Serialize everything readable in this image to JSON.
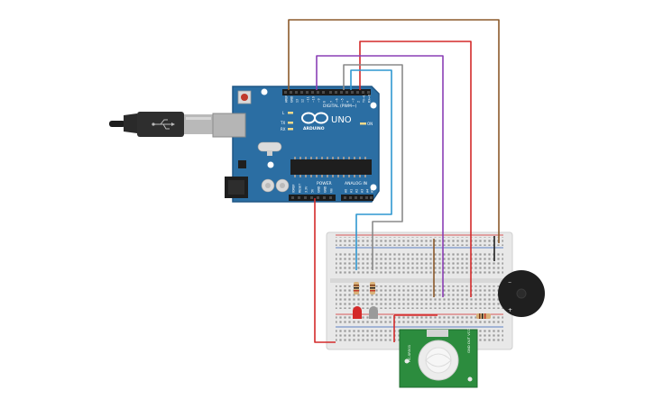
{
  "arduino": {
    "brand": "ARDUINO",
    "model": "UNO",
    "digital_label": "DIGITAL (PWM~)",
    "power_label": "POWER",
    "analog_label": "ANALOG IN",
    "tx_label": "TX",
    "rx_label": "RX",
    "on_label": "ON",
    "l_label": "L",
    "digital_pins": [
      "AREF",
      "GND",
      "13",
      "12",
      "~11",
      "~10",
      "~9",
      "8",
      "7",
      "~6",
      "~5",
      "4",
      "~3",
      "2",
      "TX→1",
      "RX←0"
    ],
    "power_pins": [
      "IOREF",
      "RESET",
      "3.3V",
      "5V",
      "GND",
      "GND",
      "Vin"
    ],
    "analog_pins": [
      "A0",
      "A1",
      "A2",
      "A3",
      "A4",
      "A5"
    ]
  },
  "pir": {
    "label_left": "HC-SR501",
    "label_right": "GND OUT VCC"
  },
  "colors": {
    "board": "#2b6ea3",
    "board_dark": "#1f5785",
    "wire_brown": "#8b5a2b",
    "wire_red": "#d42a2a",
    "wire_purple": "#8a3fb5",
    "wire_gray": "#8a8a8a",
    "wire_blue": "#2f97d0",
    "wire_black": "#222222",
    "pir_green": "#2c8c3e",
    "breadboard": "#e8e8e8"
  },
  "icons": [
    "usb-plug-icon",
    "infinity-logo-icon",
    "reset-button-icon"
  ]
}
